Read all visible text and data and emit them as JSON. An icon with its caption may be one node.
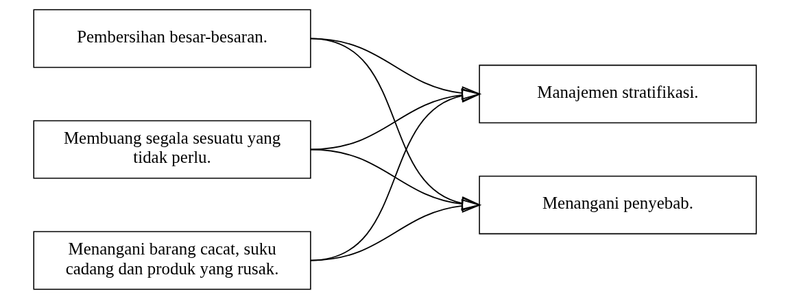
{
  "diagram": {
    "nodes": [
      {
        "text": [
          "Pembersihan besar-besaran."
        ]
      },
      {
        "text": [
          "Membuang segala sesuatu yang tidak perlu."
        ]
      },
      {
        "text": [
          "Menangani barang cacat, suku cadang dan produk yang rusak."
        ]
      },
      {
        "text": [
          "Manajemen stratifikasi."
        ]
      },
      {
        "text": [
          "Menangani penyebab."
        ]
      }
    ],
    "edges": [
      {
        "from": 0,
        "to": 3,
        "arrow": "to"
      },
      {
        "from": 0,
        "to": 4,
        "arrow": "to"
      },
      {
        "from": 1,
        "to": 3,
        "arrow": "to"
      },
      {
        "from": 1,
        "to": 4,
        "arrow": "to"
      },
      {
        "from": 2,
        "to": 3,
        "arrow": "to"
      },
      {
        "from": 2,
        "to": 4,
        "arrow": "to"
      }
    ]
  }
}
